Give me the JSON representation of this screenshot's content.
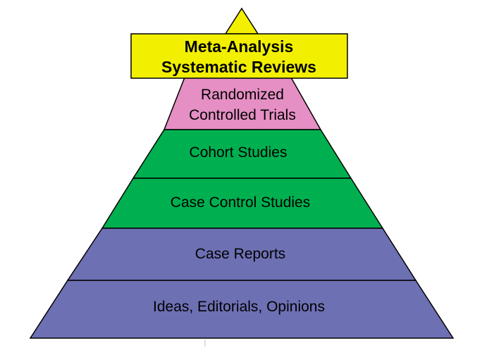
{
  "diagram": {
    "colors": {
      "apex": "#f2f000",
      "rct": "#e58fc4",
      "observational": "#00b050",
      "low": "#6e70b4",
      "outline": "#000000"
    },
    "levels": [
      {
        "key": "apex",
        "lines": []
      },
      {
        "key": "rct",
        "lines": [
          "Randomized",
          "Controlled Trials"
        ]
      },
      {
        "key": "cohort",
        "lines": [
          "Cohort Studies"
        ]
      },
      {
        "key": "case_control",
        "lines": [
          "Case Control Studies"
        ]
      },
      {
        "key": "case_reports",
        "lines": [
          "Case Reports"
        ]
      },
      {
        "key": "ideas",
        "lines": [
          "Ideas, Editorials, Opinions"
        ]
      }
    ],
    "top_box": {
      "lines": [
        "Meta-Analysis",
        "Systematic Reviews"
      ]
    }
  }
}
